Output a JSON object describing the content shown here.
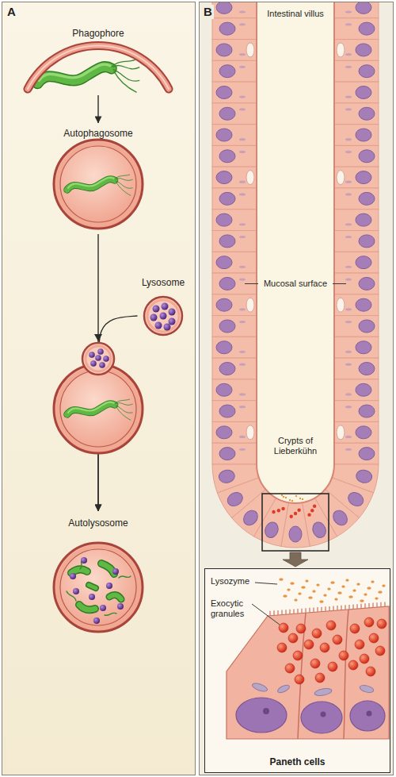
{
  "diagram": {
    "nodes": [
      {
        "text": [
          "A"
        ]
      },
      {
        "text": [
          "Phagophore"
        ],
        "in": 0
      },
      {
        "text": [
          "Autophagosome"
        ],
        "in": 0
      },
      {
        "text": [
          "Lysosome"
        ],
        "in": 0
      },
      {
        "text": [
          "Autolysosome"
        ],
        "in": 0
      },
      {
        "text": [
          "B",
          "Intestinal villus",
          "Mucosal surface",
          "Crypts of Lieberkühn"
        ]
      },
      {
        "text": [
          "Lysozyme",
          "Exocytic granules",
          "Paneth cells"
        ],
        "in": 5
      }
    ],
    "edges": [
      {
        "from": 1,
        "to": 2,
        "arrow": "to"
      },
      {
        "from": 2,
        "to": 4,
        "arrow": "to"
      },
      {
        "from": 3,
        "to": 4,
        "arrow": "to"
      }
    ]
  }
}
